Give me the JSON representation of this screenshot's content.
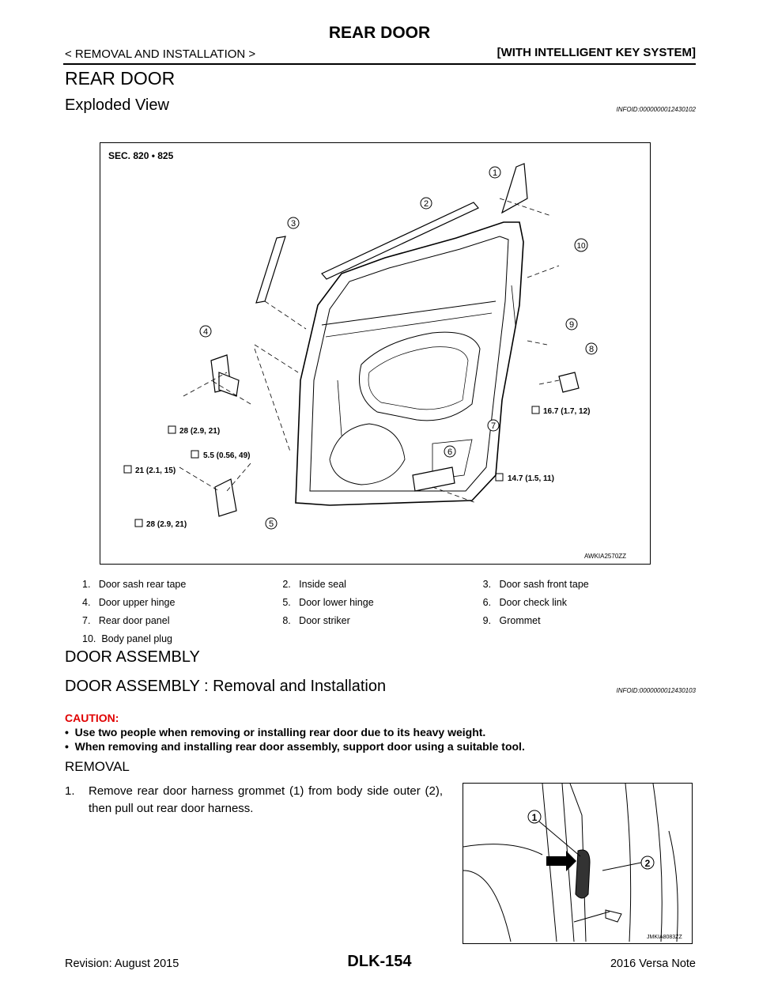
{
  "header": {
    "title": "REAR DOOR",
    "left": "< REMOVAL AND INSTALLATION >",
    "right": "[WITH INTELLIGENT KEY SYSTEM]"
  },
  "section_title": "REAR DOOR",
  "exploded": {
    "title": "Exploded View",
    "infoid": "INFOID:0000000012430102",
    "sec_label": "SEC. 820 • 825",
    "fig_code": "AWKIA2570ZZ",
    "torques": {
      "t1": "16.7 (1.7, 12)",
      "t2": "28 (2.9, 21)",
      "t3": "5.5 (0.56, 49)",
      "t4": "21 (2.1, 15)",
      "t5": "14.7 (1.5, 11)",
      "t6": "28 (2.9, 21)"
    },
    "callouts": [
      "1",
      "2",
      "3",
      "4",
      "5",
      "6",
      "7",
      "8",
      "9",
      "10"
    ]
  },
  "legend": [
    [
      "1.   Door sash rear tape",
      "2.   Inside seal",
      "3.   Door sash front tape"
    ],
    [
      "4.   Door upper hinge",
      "5.   Door lower hinge",
      "6.   Door check link"
    ],
    [
      "7.   Rear door panel",
      "8.   Door striker",
      "9.   Grommet"
    ],
    [
      "10.  Body panel plug",
      "",
      ""
    ]
  ],
  "door_assembly": {
    "title": "DOOR ASSEMBLY",
    "subtitle": "DOOR ASSEMBLY : Removal and Installation",
    "infoid": "INFOID:0000000012430103",
    "caution_label": "CAUTION:",
    "cautions": [
      "•  Use two people when removing or installing rear door due to its heavy weight.",
      "•  When removing and installing rear door assembly, support door using a suitable tool."
    ],
    "removal_title": "REMOVAL",
    "step1_num": "1.",
    "step1_text": "Remove rear door harness grommet (1) from body side outer (2), then pull out rear door harness.",
    "photo_code": "JMKIA8083ZZ",
    "photo_callouts": [
      "1",
      "2"
    ]
  },
  "footer": {
    "left": "Revision: August 2015",
    "center": "DLK-154",
    "right": "2016 Versa Note"
  }
}
